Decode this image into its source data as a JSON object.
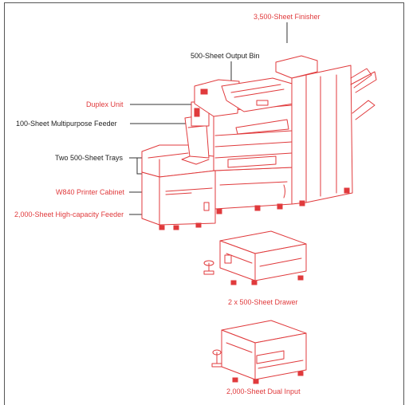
{
  "colors": {
    "accent": "#e03a3c",
    "text_dark": "#222222",
    "frame": "#555555"
  },
  "callouts": {
    "finisher": "3,500-Sheet Finisher",
    "output_bin": "500-Sheet Output Bin",
    "duplex_unit": "Duplex Unit",
    "multipurpose_feeder": "100-Sheet Multipurpose Feeder",
    "two_trays": "Two 500-Sheet Trays",
    "printer_cabinet": "W840 Printer Cabinet",
    "hcf": "2,000-Sheet High-capacity Feeder"
  },
  "options": {
    "drawer": "2 x 500-Sheet Drawer",
    "dual_input": "2,000-Sheet Dual Input"
  }
}
